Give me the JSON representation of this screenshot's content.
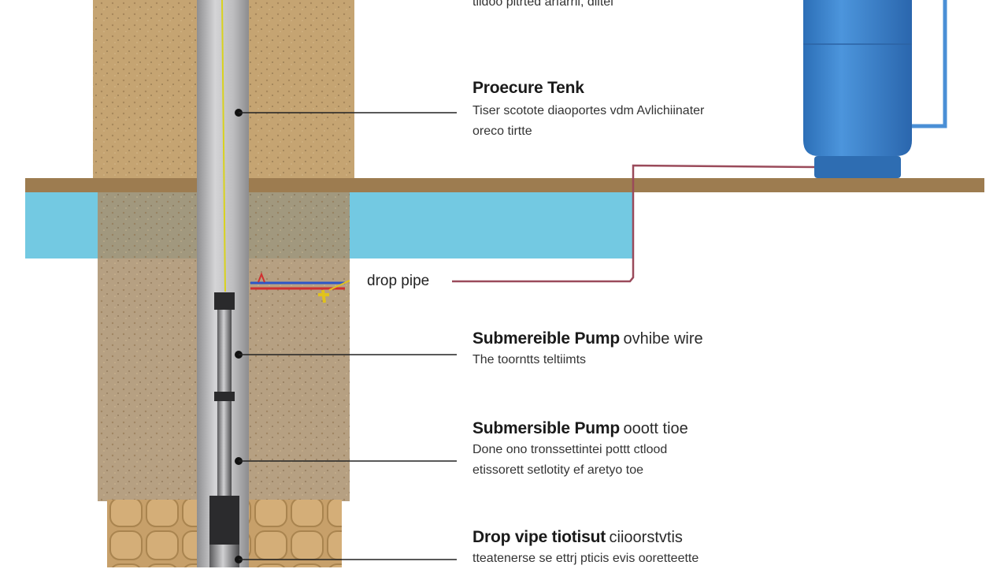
{
  "labels": {
    "top_partial": "tiidoo pitrted arfarril, diltel",
    "pressure_tank": {
      "title": "Proecure Tenk",
      "desc_line1": "Tiser scotote diaoportes vdm Avlichiinater",
      "desc_line2": "oreco tirtte"
    },
    "drop_pipe": "drop pipe",
    "submersible_1": {
      "title": "Submereible Pump",
      "suffix": "ovhibe wire",
      "desc_line1": "The toorntts teltiimts"
    },
    "submersible_2": {
      "title": "Submersible Pump",
      "suffix": "ooott tioe",
      "desc_line1": "Done ono tronssettintei pottt ctlood",
      "desc_line2": "etissorett setlotity ef aretyo toe"
    },
    "drop_vipe": {
      "title": "Drop vipe tiotisut",
      "suffix": "ciioorstvtis",
      "desc_line1": "tteatenerse se ettrj pticis evis ooretteette"
    }
  },
  "colors": {
    "soil_light": "#c4a373",
    "soil_dark": "#a88e6b",
    "gravel": "#c9a26e",
    "water": "#6cc6e0",
    "ground_surface": "#9a7a4f",
    "casing": "#b9b9bb",
    "tank_blue": "#3d86cf",
    "supply_line": "#9a4a5a"
  }
}
